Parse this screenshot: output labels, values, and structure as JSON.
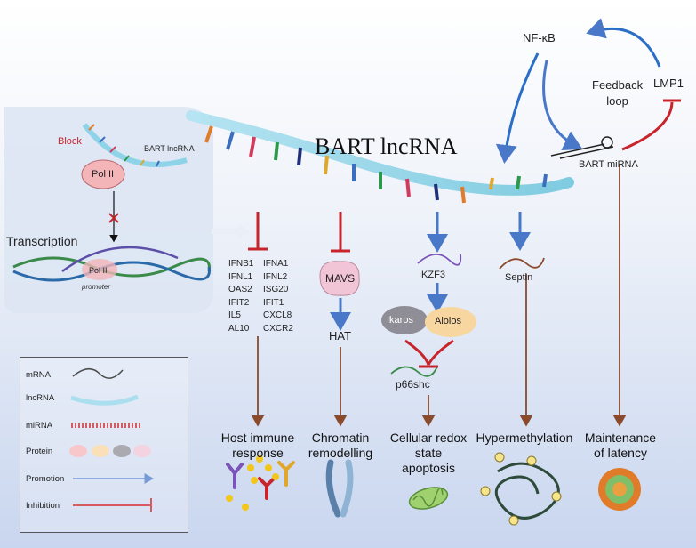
{
  "title": "BART lncRNA",
  "transcription_panel": {
    "block": "Block",
    "bart_lncrna_small": "BART lncRNA",
    "pol_ii": "Pol II",
    "pol_ii_lower": "Pol II",
    "promoter": "promoter",
    "transcription": "Transcription"
  },
  "feedback": {
    "nfkb": "NF-κB",
    "feedback_loop": "Feedback\nloop",
    "lmp1": "LMP1",
    "bart_mirna": "BART miRNA"
  },
  "genes": {
    "col1": [
      "IFNB1",
      "IFNL1",
      "OAS2",
      "IFIT2",
      "IL5",
      "AL10"
    ],
    "col2": [
      "IFNA1",
      "IFNL2",
      "ISG20",
      "IFIT1",
      "CXCL8",
      "CXCR2"
    ]
  },
  "proteins": {
    "mavs": "MAVS",
    "hat": "HAT",
    "ikzf3": "IKZF3",
    "ikaros": "Ikaros",
    "aiolos": "Aiolos",
    "p66shc": "p66shc",
    "septin": "Septin"
  },
  "outcomes": {
    "host": "Host immune\nresponse",
    "chromatin": "Chromatin\nremodelling",
    "redox": "Cellular redox\nstate\napoptosis",
    "hypermethylation": "Hypermethylation",
    "latency": "Maintenance\nof latency"
  },
  "legend": {
    "mrna": "mRNA",
    "lncrna": "lncRNA",
    "mirna": "miRNA",
    "protein": "Protein",
    "promotion": "Promotion",
    "inhibition": "Inhibition"
  },
  "colors": {
    "promotion": "#4a78c9",
    "inhibition": "#c8242b",
    "outcome_arrow": "#8b4a2b",
    "lncrna_body": "#8fd3e8"
  }
}
